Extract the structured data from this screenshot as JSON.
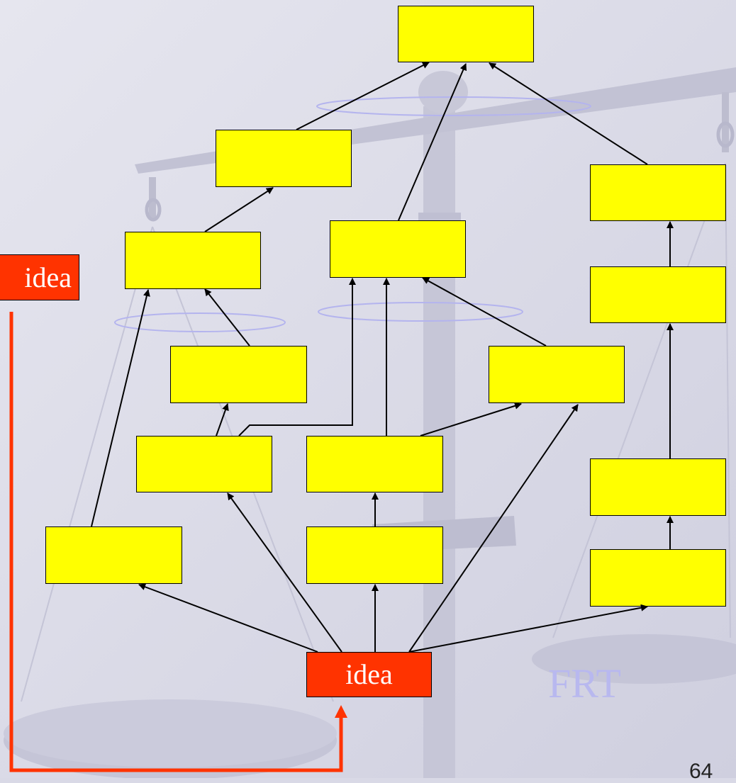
{
  "idea_main_label": "idea",
  "idea_side_label": "idea",
  "watermark": "FRT",
  "page_number": "64",
  "colors": {
    "background": "#d9d9e6",
    "box_fill": "#ffff00",
    "idea_fill": "#ff3300",
    "feedback_loop": "#ff3300",
    "watermark": "#b8b8ef"
  }
}
